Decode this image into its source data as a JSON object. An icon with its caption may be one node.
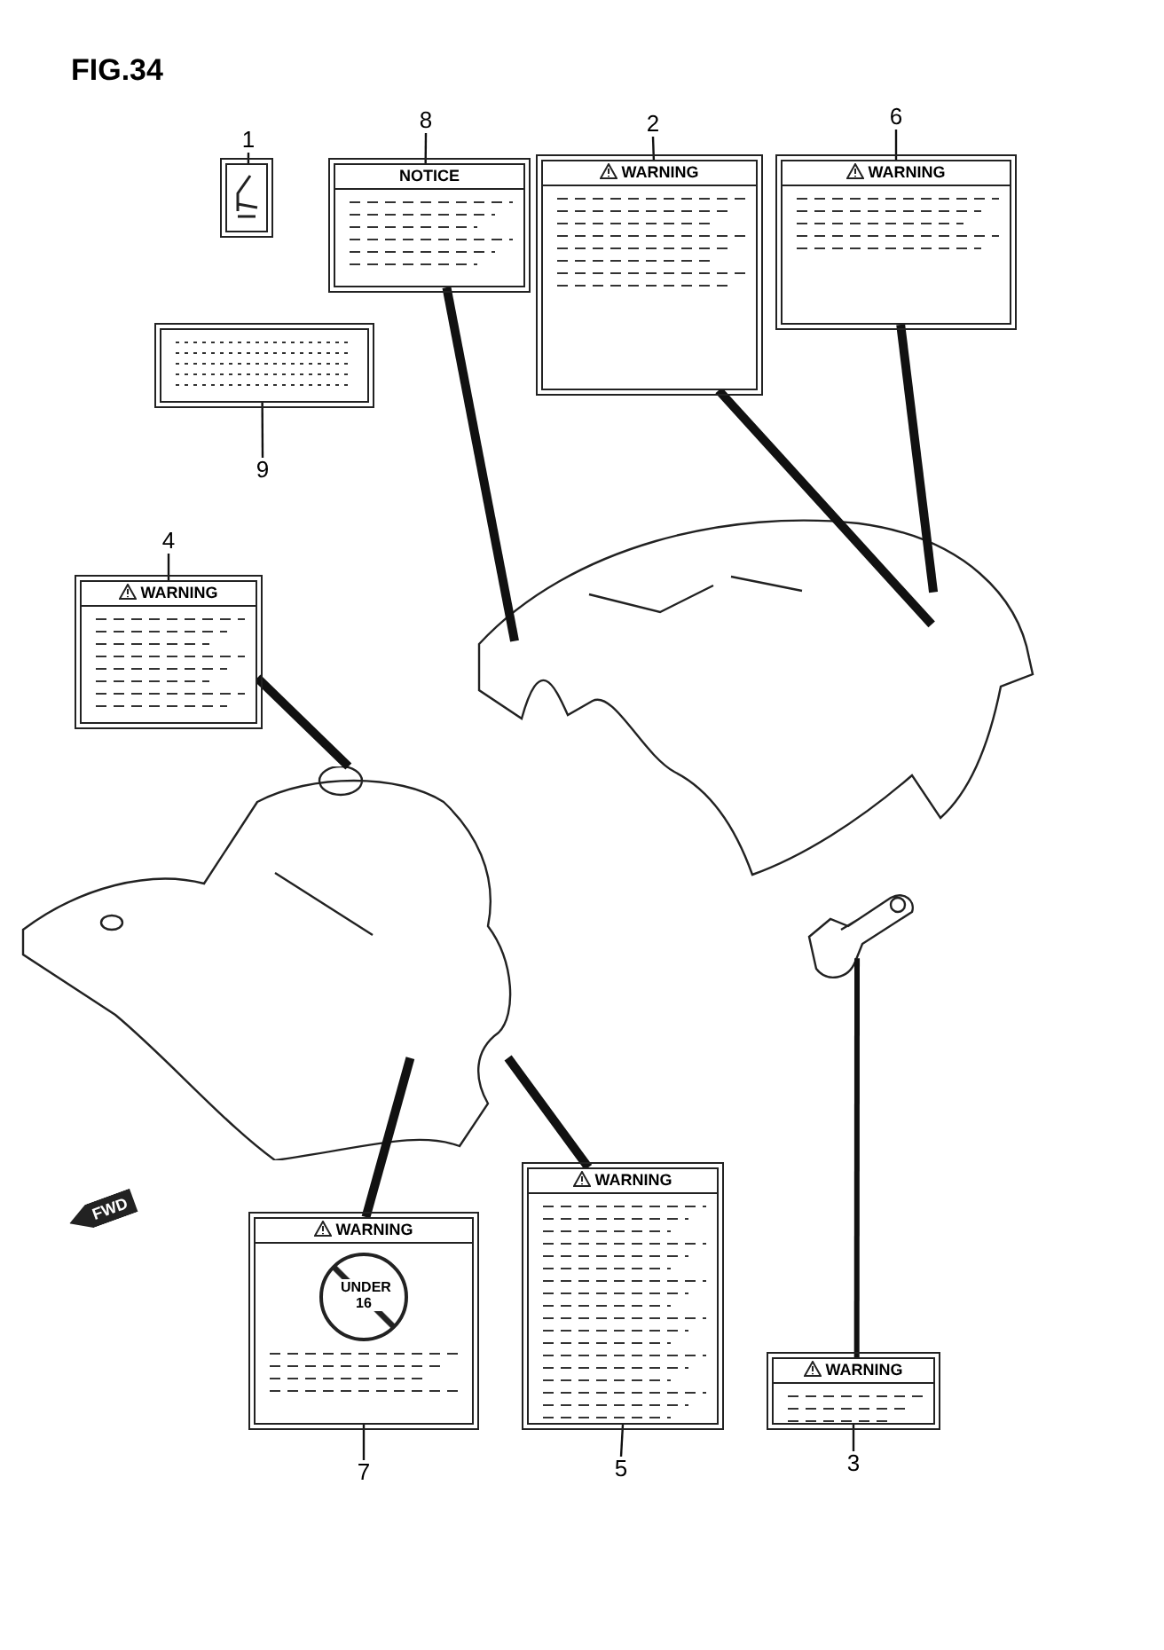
{
  "diagram": {
    "title": "FIG.34",
    "nodes": [
      {
        "text": [
          "1"
        ]
      },
      {
        "text": [],
        "shape": "box"
      },
      {
        "text": [
          "8"
        ]
      },
      {
        "text": [
          "NOTICE"
        ]
      },
      {
        "text": [
          "2"
        ]
      },
      {
        "text": [
          "WARNING"
        ]
      },
      {
        "text": [
          "6"
        ]
      },
      {
        "text": [
          "WARNING"
        ]
      },
      {
        "text": [],
        "shape": "box"
      },
      {
        "text": [
          "9"
        ]
      },
      {
        "text": [
          "4"
        ]
      },
      {
        "text": [
          "WARNING"
        ]
      },
      {
        "text": [],
        "shape": "picture"
      },
      {
        "text": [],
        "shape": "picture"
      },
      {
        "text": [],
        "shape": "picture"
      },
      {
        "text": [
          "WARNING",
          "UNDER 16"
        ]
      },
      {
        "text": [
          "WARNING"
        ]
      },
      {
        "text": [
          "WARNING"
        ]
      },
      {
        "text": [
          "7"
        ]
      },
      {
        "text": [
          "5"
        ]
      },
      {
        "text": [
          "3"
        ]
      }
    ],
    "edges": [
      {
        "from": 0,
        "to": 1,
        "arrow": "none"
      },
      {
        "from": 2,
        "to": 3,
        "arrow": "none"
      },
      {
        "from": 4,
        "to": 5,
        "arrow": "none"
      },
      {
        "from": 6,
        "to": 7,
        "arrow": "none"
      },
      {
        "from": 9,
        "to": 8,
        "arrow": "none"
      },
      {
        "from": 10,
        "to": 11,
        "arrow": "none"
      },
      {
        "from": 3,
        "to": 12,
        "arrow": "none",
        "style": "thick"
      },
      {
        "from": 5,
        "to": 12,
        "arrow": "none",
        "style": "thick"
      },
      {
        "from": 7,
        "to": 12,
        "arrow": "none",
        "style": "thick"
      },
      {
        "from": 11,
        "to": 13,
        "arrow": "none",
        "style": "thick"
      },
      {
        "from": 15,
        "to": 13,
        "arrow": "none",
        "style": "thick"
      },
      {
        "from": 16,
        "to": 13,
        "arrow": "none",
        "style": "thick"
      },
      {
        "from": 17,
        "to": 14,
        "arrow": "none",
        "style": "thick"
      },
      {
        "from": 18,
        "to": 15,
        "arrow": "none"
      },
      {
        "from": 19,
        "to": 16,
        "arrow": "none"
      },
      {
        "from": 20,
        "to": 17,
        "arrow": "none"
      }
    ],
    "labels": [
      "FWD"
    ]
  }
}
